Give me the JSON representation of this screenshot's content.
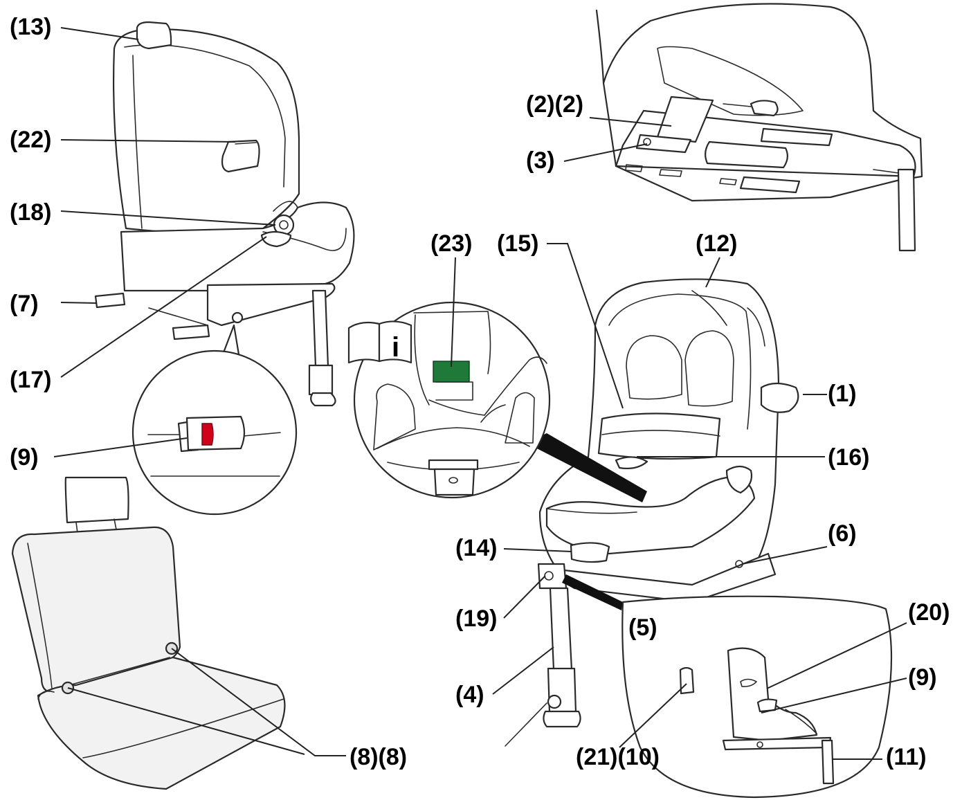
{
  "labels": {
    "l13": "(13)",
    "l22": "(22)",
    "l18": "(18)",
    "l7": "(7)",
    "l17": "(17)",
    "l9a": "(9)",
    "l2": "(2)(2)",
    "l3": "(3)",
    "l23": "(23)",
    "l15": "(15)",
    "l12": "(12)",
    "l1": "(1)",
    "l16": "(16)",
    "l6": "(6)",
    "l14": "(14)",
    "l19": "(19)",
    "l5": "(5)",
    "l20": "(20)",
    "l9b": "(9)",
    "l4": "(4)",
    "l8": "(8)(8)",
    "l21": "(21)(10)",
    "l11": "(11)"
  },
  "manual_icon_letter": "i",
  "colors": {
    "accent_red": "#d0021b",
    "green_tag": "#1f7a3a"
  }
}
